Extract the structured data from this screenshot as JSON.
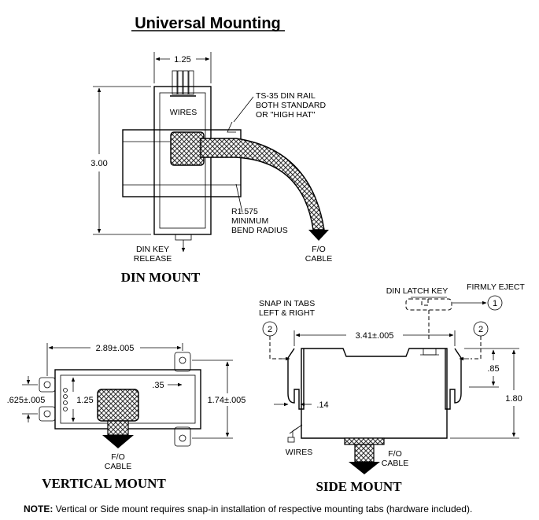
{
  "title": "Universal Mounting",
  "din": {
    "caption": "DIN MOUNT",
    "width_dim": "1.25",
    "height_dim": "3.00",
    "wires_label": "WIRES",
    "rail_label": [
      "TS-35 DIN RAIL",
      "BOTH STANDARD",
      "OR \"HIGH HAT\""
    ],
    "bend_label": [
      "R1.575",
      "MINIMUM",
      "BEND RADIUS"
    ],
    "key_label": [
      "DIN KEY",
      "RELEASE"
    ],
    "cable_label": [
      "F/O",
      "CABLE"
    ]
  },
  "vertical": {
    "caption": "VERTICAL MOUNT",
    "width_dim": "2.89±.005",
    "height_dim": "1.74±.005",
    "left_dim": ".625±.005",
    "inner_height": "1.25",
    "offset_dim": ".35",
    "cable_label": [
      "F/O",
      "CABLE"
    ]
  },
  "side": {
    "caption": "SIDE MOUNT",
    "latch_label": "DIN LATCH KEY",
    "eject_label": "FIRMLY EJECT",
    "eject_num": "1",
    "tabs_label": [
      "SNAP IN TABS",
      "LEFT & RIGHT"
    ],
    "tab_num": "2",
    "width_dim": "3.41±.005",
    "small_h": ".85",
    "height_dim": "1.80",
    "gap_dim": ".14",
    "wires_label": "WIRES",
    "cable_label": [
      "F/O",
      "CABLE"
    ]
  },
  "note": {
    "prefix": "NOTE:",
    "text": " Vertical or Side mount requires snap-in installation of respective mounting tabs (hardware included)."
  }
}
